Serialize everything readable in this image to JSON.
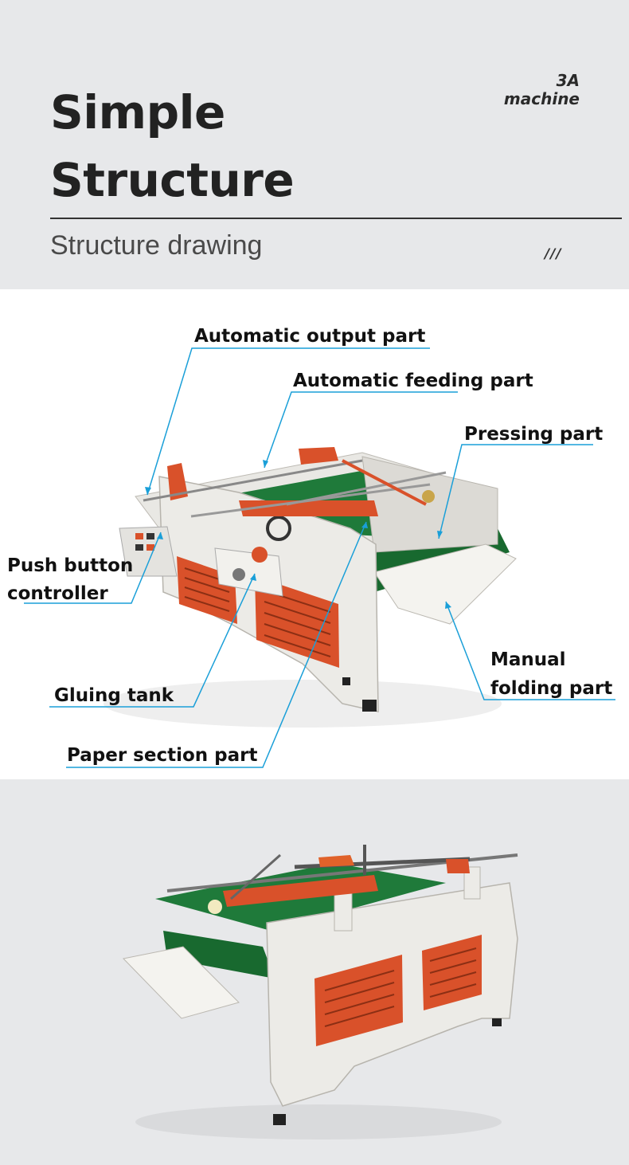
{
  "header": {
    "title_line1": "Simple",
    "title_line2": "Structure",
    "brand_line1": "3A",
    "brand_line2": "machine",
    "subtitle": "Structure drawing",
    "decoration": "///"
  },
  "diagram": {
    "labels": {
      "output": "Automatic output part",
      "feeding": "Automatic feeding part",
      "pressing": "Pressing part",
      "push_line1": "Push button",
      "push_line2": "controller",
      "manual_line1": "Manual",
      "manual_line2": "folding part",
      "gluing": "Gluing tank",
      "paper": "Paper section part"
    },
    "colors": {
      "leader": "#1a9fd8",
      "frame": "#ecebe7",
      "orange": "#d9512a",
      "belt": "#1f7a3a"
    }
  }
}
